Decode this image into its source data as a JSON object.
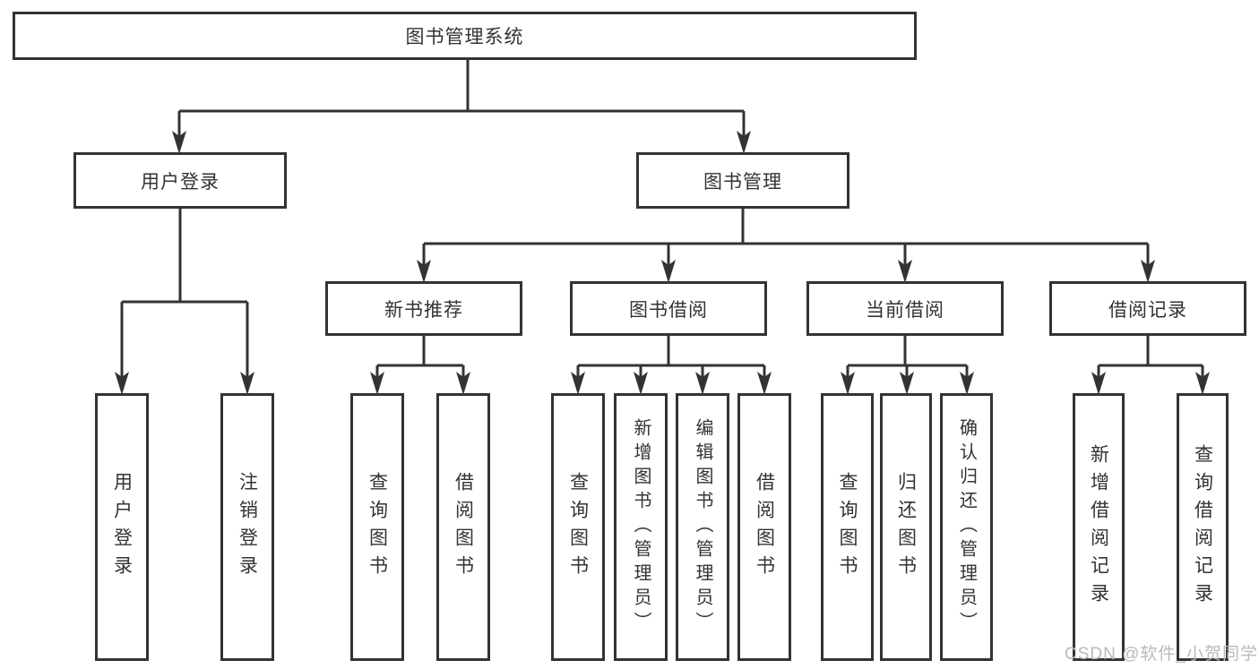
{
  "tree": {
    "label": "图书管理系统",
    "children": [
      {
        "label": "用户登录",
        "children": [
          {
            "label": "用户登录"
          },
          {
            "label": "注销登录"
          }
        ]
      },
      {
        "label": "图书管理",
        "children": [
          {
            "label": "新书推荐",
            "children": [
              {
                "label": "查询图书"
              },
              {
                "label": "借阅图书"
              }
            ]
          },
          {
            "label": "图书借阅",
            "children": [
              {
                "label": "查询图书"
              },
              {
                "label": "新增图书（管理员）"
              },
              {
                "label": "编辑图书（管理员）"
              },
              {
                "label": "借阅图书"
              }
            ]
          },
          {
            "label": "当前借阅",
            "children": [
              {
                "label": "查询图书"
              },
              {
                "label": "归还图书"
              },
              {
                "label": "确认归还（管理员）"
              }
            ]
          },
          {
            "label": "借阅记录",
            "children": [
              {
                "label": "新增借阅记录"
              },
              {
                "label": "查询借阅记录"
              }
            ]
          }
        ]
      }
    ]
  },
  "watermark": {
    "text": "CSDN @软件_小贺同学",
    "color": "#b9b9b9"
  },
  "style": {
    "line_color": "#333333",
    "box_background": "#ffffff",
    "text_color": "#333333"
  }
}
